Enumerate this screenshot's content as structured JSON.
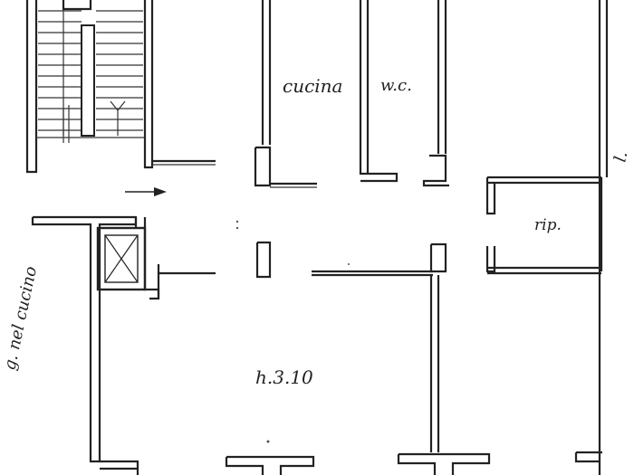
{
  "labels": {
    "kitchen": "cucina",
    "wc": "w.c.",
    "storage": "rip.",
    "height": "h.3.10",
    "left_note": "g. nel cucino",
    "right_note": "l."
  },
  "icons": {
    "entry_arrow": "arrow-right-icon",
    "elevator": "elevator-cross-icon",
    "stairs": "staircase-icon"
  },
  "colors": {
    "ink": "#222222",
    "paper": "#ffffff"
  }
}
